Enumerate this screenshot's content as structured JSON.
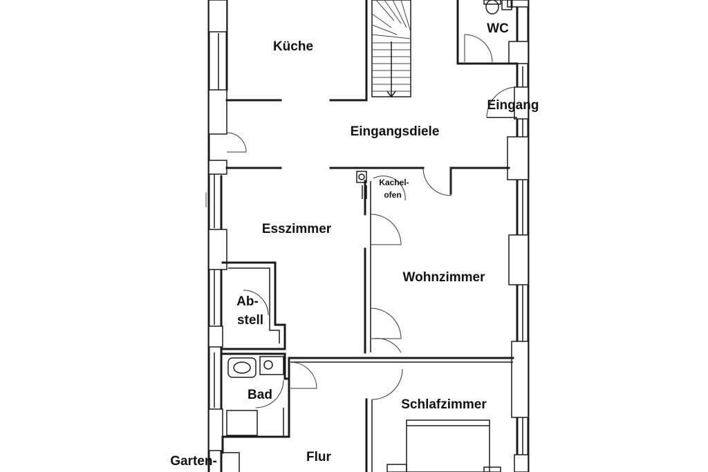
{
  "plan": {
    "rooms": {
      "kueche": "Küche",
      "wc": "WC",
      "eingang": "Eingang",
      "eingangsdiele": "Eingangsdiele",
      "kachelofen_1": "Kachel-",
      "kachelofen_2": "ofen",
      "esszimmer": "Esszimmer",
      "wohnzimmer": "Wohnzimmer",
      "abstell_1": "Ab-",
      "abstell_2": "stell",
      "bad": "Bad",
      "schlafzimmer": "Schlafzimmer",
      "flur": "Flur",
      "garten": "Garten-"
    }
  }
}
